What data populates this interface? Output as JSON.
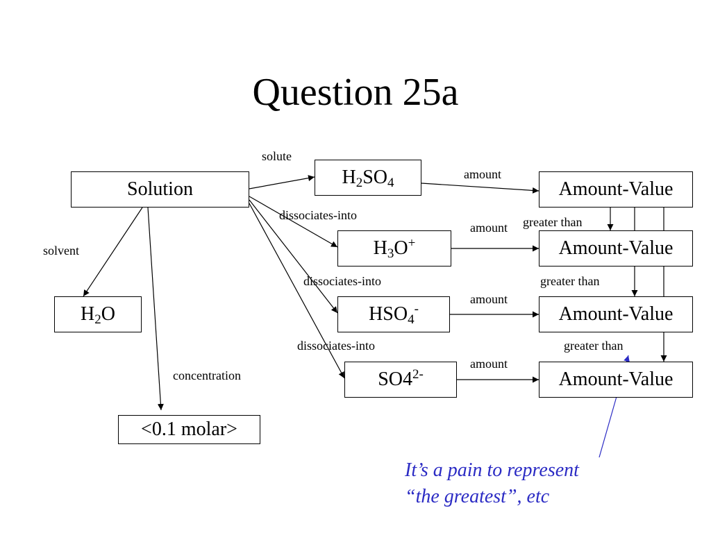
{
  "title": "Question 25a",
  "nodes": {
    "solution": "Solution",
    "h2so4": {
      "base": "H",
      "sub1": "2",
      "mid": "SO",
      "sub2": "4"
    },
    "h3o": {
      "base": "H",
      "sub": "3",
      "mid": "O",
      "sup": "+"
    },
    "hso4": {
      "base": "HSO",
      "sub": "4",
      "sup": "-"
    },
    "so4": {
      "base": "SO4",
      "sup": "2-"
    },
    "h2o": {
      "base": "H",
      "sub": "2",
      "mid": "O"
    },
    "molar": "<0.1 molar>",
    "amount_value": "Amount-Value"
  },
  "labels": {
    "solute": "solute",
    "solvent": "solvent",
    "concentration": "concentration",
    "dissociates_into": "dissociates-into",
    "amount": "amount",
    "greater_than": "greater than"
  },
  "note": {
    "line1": "It’s a pain to represent",
    "line2": "“the greatest”, etc"
  },
  "colors": {
    "note": "#2b2bc4",
    "lines": "#000000"
  }
}
